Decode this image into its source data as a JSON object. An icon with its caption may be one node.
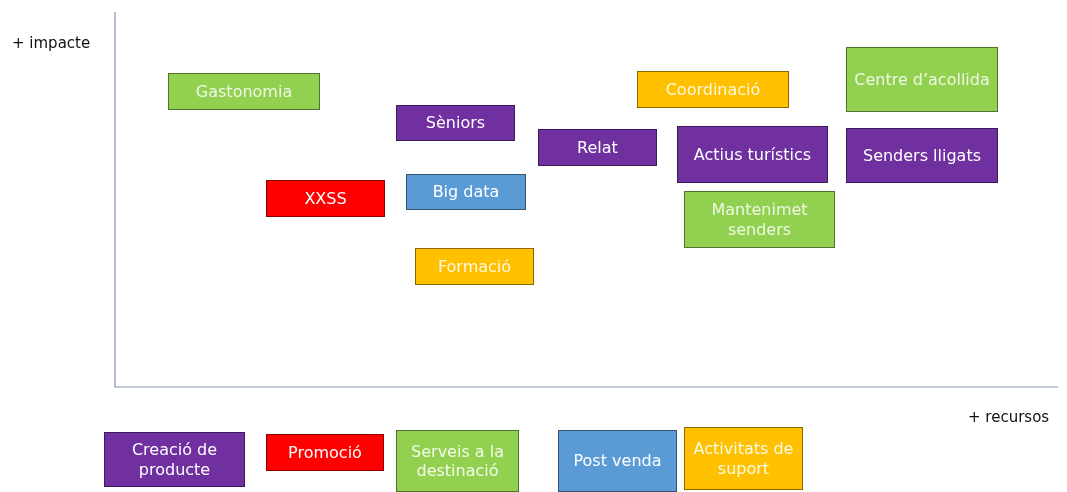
{
  "diagram": {
    "nodes": [
      {
        "text": [
          "Gastonomia"
        ]
      },
      {
        "text": [
          "Coordinació"
        ]
      },
      {
        "text": [
          "Centre d’acollida"
        ]
      },
      {
        "text": [
          "Sèniors"
        ]
      },
      {
        "text": [
          "Relat"
        ]
      },
      {
        "text": [
          "Actius turístics"
        ]
      },
      {
        "text": [
          "Senders lligats"
        ]
      },
      {
        "text": [
          "XXSS"
        ]
      },
      {
        "text": [
          "Big data"
        ]
      },
      {
        "text": [
          "Mantenimet senders"
        ]
      },
      {
        "text": [
          "Formació"
        ]
      }
    ],
    "edges": [],
    "labels": [
      "+ impacte",
      "+ recursos"
    ],
    "legend": [
      {
        "text": "Creació de producte",
        "color": "#7030a0"
      },
      {
        "text": "Promoció",
        "color": "#ff0000"
      },
      {
        "text": "Serveis a la destinació",
        "color": "#92d050"
      },
      {
        "text": "Post venda",
        "color": "#5b9bd5"
      },
      {
        "text": "Activitats de suport",
        "color": "#ffc000"
      }
    ]
  }
}
